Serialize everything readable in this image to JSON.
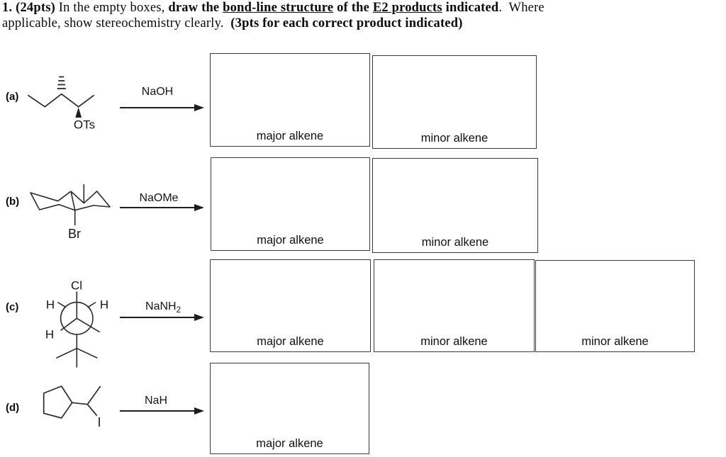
{
  "header": {
    "segments": [
      {
        "text": "1. (24pts) ",
        "bold": true
      },
      {
        "text": "In the empty boxes, ",
        "bold": false
      },
      {
        "text": "draw the ",
        "bold": true
      },
      {
        "text": "bond-line structure",
        "bold": true,
        "underline": true
      },
      {
        "text": " of the ",
        "bold": true
      },
      {
        "text": "E2 products",
        "bold": true,
        "underline": true
      },
      {
        "text": " indicated",
        "bold": true
      },
      {
        "text": ".  Where",
        "bold": false
      },
      {
        "text": "applicable, show stereochemistry clearly.  ",
        "bold": false
      },
      {
        "text": "(3pts for each correct product indicated)",
        "bold": true
      }
    ]
  },
  "rows": [
    {
      "label": "(a)",
      "reagent": "NaOH",
      "atom_labels": {
        "ots": "OTs"
      },
      "boxes": [
        "major alkene",
        "minor alkene"
      ]
    },
    {
      "label": "(b)",
      "reagent": "NaOMe",
      "atom_labels": {
        "br": "Br"
      },
      "boxes": [
        "major alkene",
        "minor alkene"
      ]
    },
    {
      "label": "(c)",
      "reagent": "NaNH",
      "reagent_subscript": "2",
      "atom_labels": {
        "cl": "Cl",
        "h_upper_left": "H",
        "h_upper_right": "H",
        "h_lower_left": "H"
      },
      "boxes": [
        "major alkene",
        "minor alkene",
        "minor alkene"
      ]
    },
    {
      "label": "(d)",
      "reagent": "NaH",
      "atom_labels": {
        "i": "I"
      },
      "boxes": [
        "major alkene"
      ]
    }
  ]
}
